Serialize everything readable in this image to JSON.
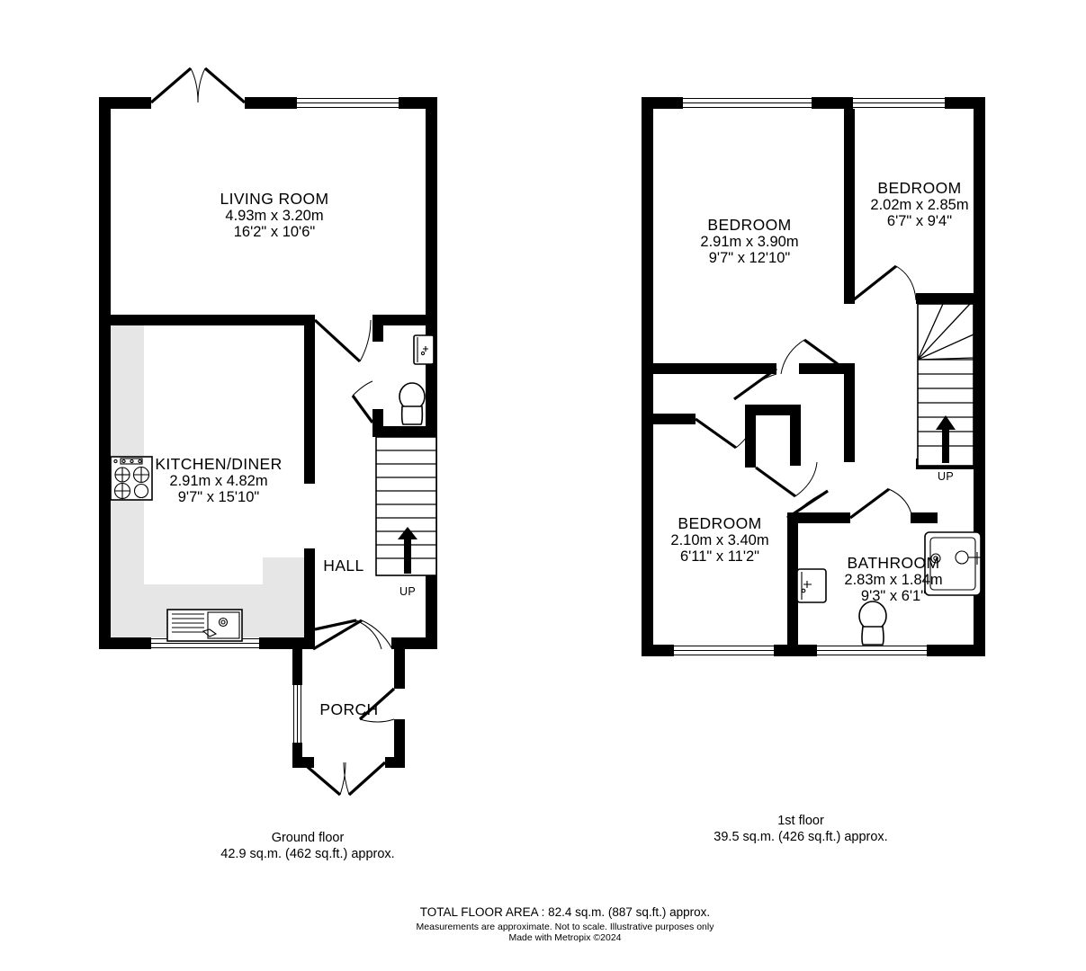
{
  "document": {
    "type": "floor-plan",
    "provider": "Metropix",
    "copyright_year": "2024"
  },
  "ground_floor": {
    "caption_title": "Ground floor",
    "caption_area": "42.9 sq.m. (462 sq.ft.) approx.",
    "rooms": [
      {
        "id": "living-room",
        "name": "LIVING ROOM",
        "dim_metric": "4.93m  x 3.20m",
        "dim_imperial": "16'2\"  x 10'6\""
      },
      {
        "id": "kitchen-diner",
        "name": "KITCHEN/DINER",
        "dim_metric": "2.91m  x 4.82m",
        "dim_imperial": "9'7\"  x 15'10\""
      },
      {
        "id": "hall",
        "name": "HALL",
        "dim_metric": "",
        "dim_imperial": ""
      },
      {
        "id": "porch",
        "name": "PORCH",
        "dim_metric": "",
        "dim_imperial": ""
      }
    ],
    "stairs_label": "UP"
  },
  "first_floor": {
    "caption_title": "1st floor",
    "caption_area": "39.5 sq.m. (426 sq.ft.) approx.",
    "rooms": [
      {
        "id": "bedroom-main",
        "name": "BEDROOM",
        "dim_metric": "2.91m  x 3.90m",
        "dim_imperial": "9'7\"  x 12'10\""
      },
      {
        "id": "bedroom-small",
        "name": "BEDROOM",
        "dim_metric": "2.02m  x 2.85m",
        "dim_imperial": "6'7\"  x 9'4\""
      },
      {
        "id": "bedroom-third",
        "name": "BEDROOM",
        "dim_metric": "2.10m  x 3.40m",
        "dim_imperial": "6'11\"  x 11'2\""
      },
      {
        "id": "bathroom",
        "name": "BATHROOM",
        "dim_metric": "2.83m  x 1.84m",
        "dim_imperial": "9'3\"  x 6'1\""
      }
    ],
    "stairs_label": "UP"
  },
  "footer": {
    "total_area": "TOTAL FLOOR AREA : 82.4 sq.m. (887 sq.ft.) approx.",
    "disclaimer_line1": "Measurements are approximate.  Not to scale.  Illustrative purposes only",
    "disclaimer_line2": "Made with Metropix ©2024"
  },
  "colors": {
    "wall": "#000000",
    "background": "#ffffff",
    "shaded_floor": "#e6e6e6"
  }
}
